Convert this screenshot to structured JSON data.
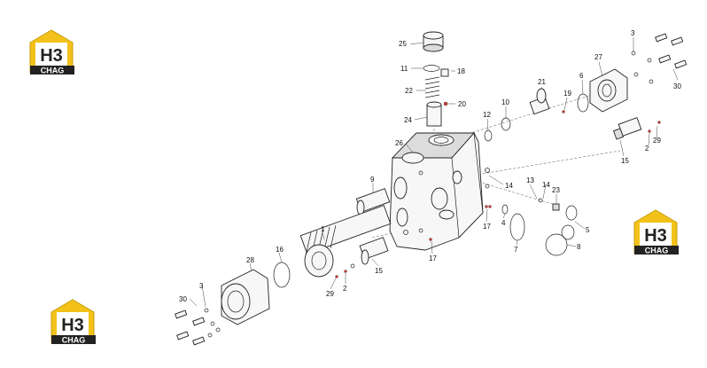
{
  "diagram": {
    "labels": [
      "25",
      "11",
      "18",
      "22",
      "20",
      "24",
      "26",
      "21",
      "10",
      "12",
      "19",
      "6",
      "27",
      "3",
      "30",
      "9",
      "14",
      "13",
      "23",
      "29",
      "2",
      "15",
      "1",
      "16",
      "28",
      "17",
      "4",
      "7",
      "5",
      "8",
      "3",
      "30",
      "29",
      "2",
      "15",
      "17",
      "14"
    ]
  },
  "logo": {
    "badge_text": "H3",
    "caption": "CHAG",
    "colors": {
      "yellow": "#f2c21a",
      "dark": "#222222",
      "white": "#ffffff"
    }
  }
}
